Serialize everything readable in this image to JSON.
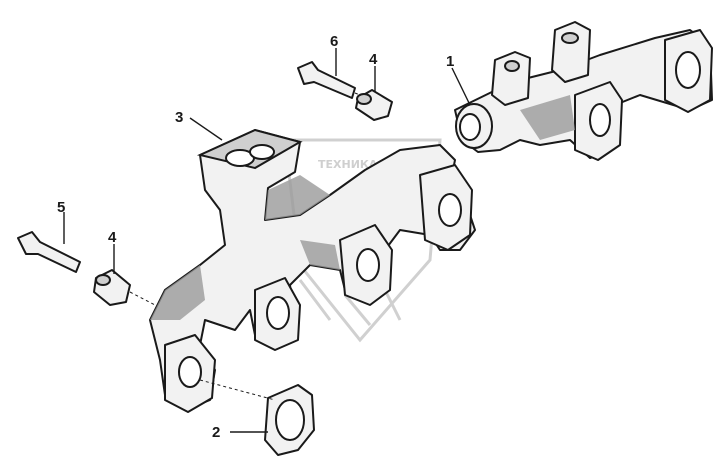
{
  "diagram": {
    "callouts": [
      {
        "id": "1",
        "label": "1"
      },
      {
        "id": "2",
        "label": "2"
      },
      {
        "id": "3",
        "label": "3"
      },
      {
        "id": "4a",
        "label": "4"
      },
      {
        "id": "4b",
        "label": "4"
      },
      {
        "id": "5",
        "label": "5"
      },
      {
        "id": "6",
        "label": "6"
      }
    ],
    "watermark": {
      "text": "ТЕХНИКА"
    },
    "colors": {
      "line": "#1a1a1a",
      "fill": "#f2f2f2",
      "shade": "#9a9a9a",
      "watermark": "#d0d0d0"
    }
  }
}
